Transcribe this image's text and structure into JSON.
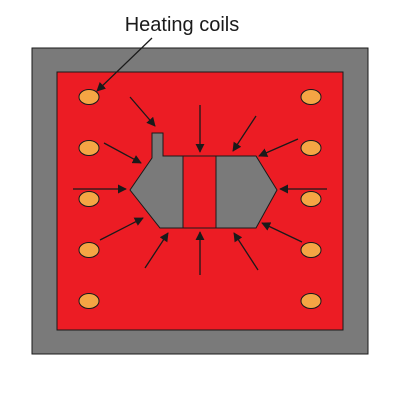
{
  "diagram": {
    "label": "Heating coils"
  },
  "colors": {
    "background": "#ffffff",
    "frame": "#7a7a7a",
    "heated_chamber": "#ec1c24",
    "coil": "#f5a544",
    "part": "#7a7a7a",
    "outline": "#1a1a1a",
    "arrow": "#1a1a1a"
  },
  "counts": {
    "coils_left_column": 5,
    "coils_right_column": 5,
    "pressure_arrows": 12
  }
}
